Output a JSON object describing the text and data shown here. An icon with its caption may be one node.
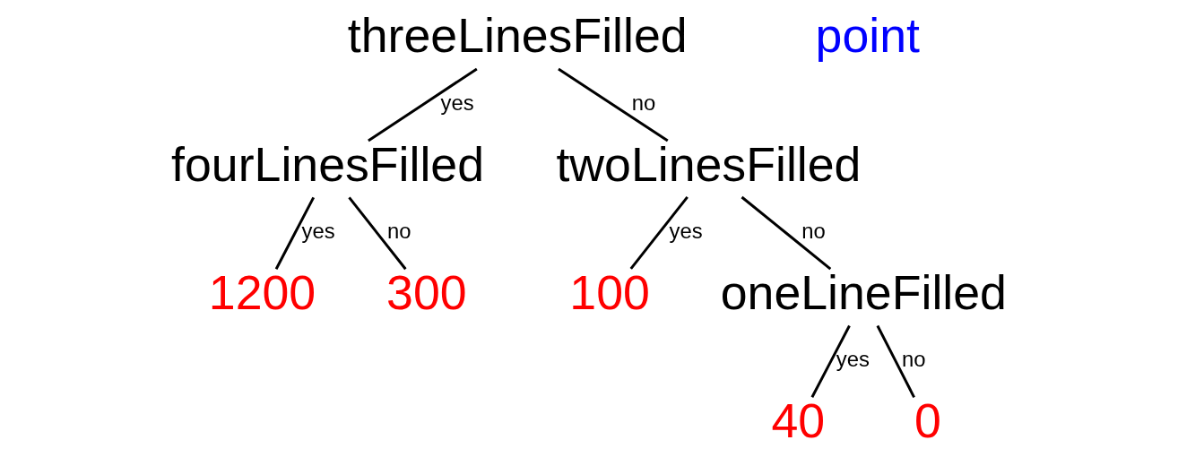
{
  "diagram": {
    "nodes": [
      {
        "text": [
          "threeLinesFilled"
        ]
      },
      {
        "text": [
          "fourLinesFilled"
        ]
      },
      {
        "text": [
          "twoLinesFilled"
        ]
      },
      {
        "text": [
          "1200"
        ]
      },
      {
        "text": [
          "300"
        ]
      },
      {
        "text": [
          "100"
        ]
      },
      {
        "text": [
          "oneLineFilled"
        ]
      },
      {
        "text": [
          "40"
        ]
      },
      {
        "text": [
          "0"
        ]
      }
    ],
    "edges": [
      {
        "from": 0,
        "to": 1,
        "arrow": "none",
        "label": "yes"
      },
      {
        "from": 0,
        "to": 2,
        "arrow": "none",
        "label": "no"
      },
      {
        "from": 1,
        "to": 3,
        "arrow": "none",
        "label": "yes"
      },
      {
        "from": 1,
        "to": 4,
        "arrow": "none",
        "label": "no"
      },
      {
        "from": 2,
        "to": 5,
        "arrow": "none",
        "label": "yes"
      },
      {
        "from": 2,
        "to": 6,
        "arrow": "none",
        "label": "no"
      },
      {
        "from": 6,
        "to": 7,
        "arrow": "none",
        "label": "yes"
      },
      {
        "from": 6,
        "to": 8,
        "arrow": "none",
        "label": "no"
      }
    ],
    "labels": [
      "point"
    ]
  }
}
